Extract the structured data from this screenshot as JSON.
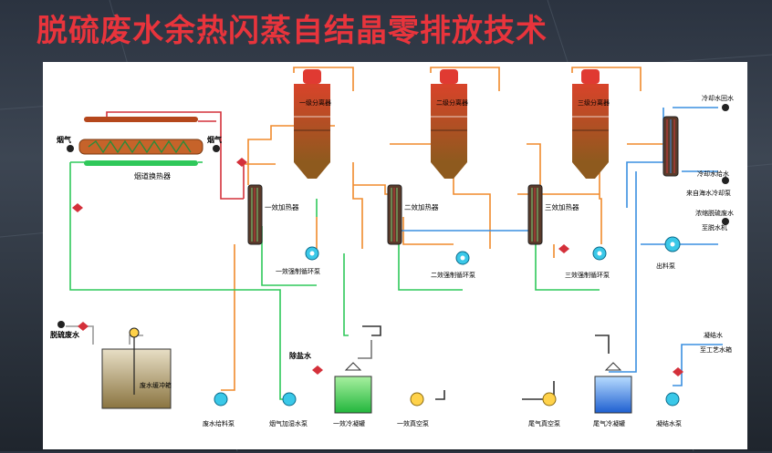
{
  "title": "脱硫废水余热闪蒸自结晶零排放技术",
  "labels": {
    "flue_gas_left": "烟气",
    "flue_gas_right": "烟气",
    "flue_heat_exchanger": "烟道换热器",
    "sep1": "一级分离器",
    "sep2": "二级分离器",
    "sep3": "三级分离器",
    "heater1": "一效加热器",
    "heater2": "二效加热器",
    "heater3": "三效加热器",
    "pump1": "一效强制循环泵",
    "pump2": "二效强制循环泵",
    "pump3": "三效强制循环泵",
    "cooling_return": "冷却水回水",
    "cooling_supply": "冷却水给水",
    "cooling_source": "来自海水冷却泵",
    "concentrate": "浓缩脱硫废水",
    "to_dewater": "至脱水机",
    "discharge_pump": "出料泵",
    "desulf_water": "脱硫废水",
    "buffer_tank": "废水缓冲箱",
    "feed_pump": "废水给料泵",
    "demin_water": "除盐水",
    "flue_pump": "烟气加湿水泵",
    "cond_tank1": "一效冷凝罐",
    "vac_pump1": "一效真空泵",
    "tail_vac_pump": "尾气真空泵",
    "tail_cond_tank": "尾气冷凝罐",
    "condensate": "凝结水",
    "to_process": "至工艺水箱",
    "condensate_pump": "凝结水泵"
  },
  "colors": {
    "title": "#e8343c",
    "vessel": "#b5471c",
    "vessel_top": "#e03a32",
    "steam": "#f08a2c",
    "hot": "#d4303a",
    "cool": "#3a8fe0",
    "recirc": "#2fc85a",
    "flue": "#2aa84a"
  }
}
